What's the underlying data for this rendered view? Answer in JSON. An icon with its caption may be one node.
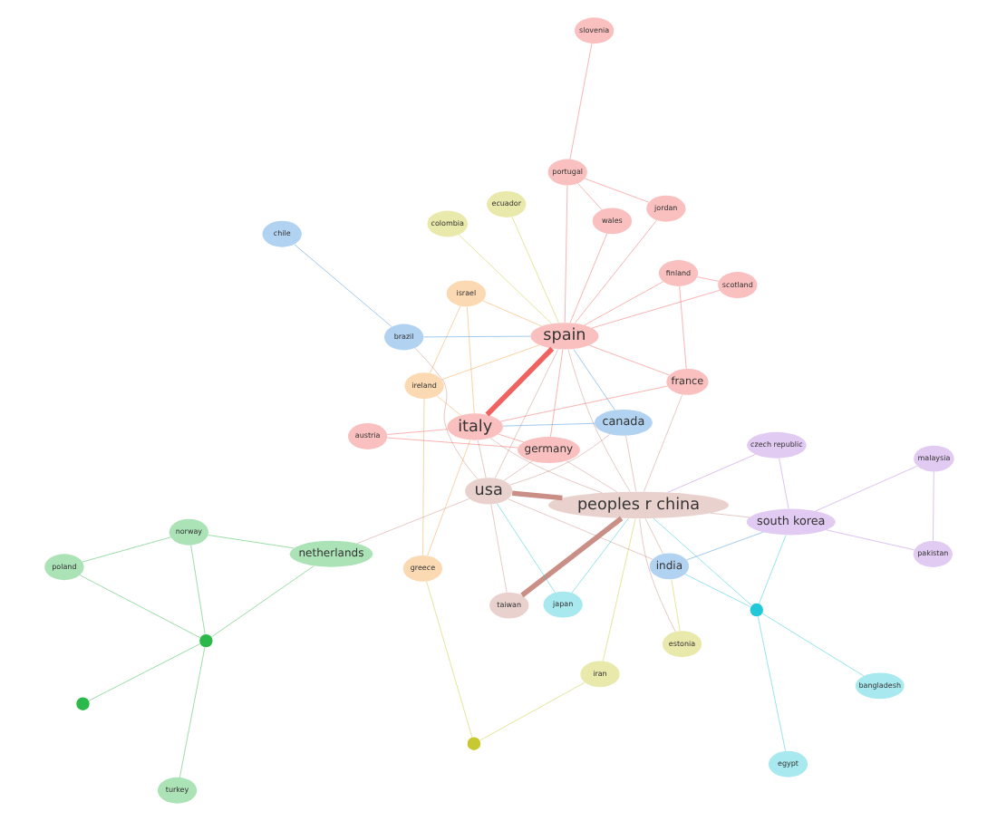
{
  "diagram": {
    "nodes": [
      {
        "text": [
          "taiwan"
        ]
      },
      {
        "text": [
          "israel"
        ]
      },
      {
        "text": [
          "ireland"
        ]
      },
      {
        "text": [
          "chile"
        ]
      },
      {
        "text": [
          "peoples r china"
        ]
      },
      {
        "text": [
          "iran"
        ]
      },
      {
        "text": [
          "japan"
        ]
      },
      {
        "text": [
          "estonia"
        ]
      },
      {
        "text": [
          "egypt"
        ]
      },
      {
        "text": [
          "usa"
        ]
      },
      {
        "text": [
          "brazil"
        ]
      },
      {
        "text": [
          "south korea"
        ]
      },
      {
        "text": [
          "bangladesh"
        ]
      },
      {
        "text": [
          "greece"
        ]
      },
      {
        "text": [
          "netherlands"
        ]
      },
      {
        "text": [
          "canada"
        ]
      },
      {
        "text": [
          "india"
        ]
      },
      {
        "text": [
          "norway"
        ]
      },
      {
        "text": [
          "austria"
        ]
      },
      {
        "text": [
          "poland"
        ]
      },
      {
        "text": [
          "italy"
        ]
      },
      {
        "text": [
          "colombia"
        ]
      },
      {
        "text": [
          "pakistan"
        ]
      },
      {
        "text": [
          "germany"
        ]
      },
      {
        "text": [
          "malaysia"
        ]
      },
      {
        "text": [
          "turkey"
        ]
      },
      {
        "text": [
          "france"
        ]
      },
      {
        "text": [
          "ecuador"
        ]
      },
      {
        "text": [
          "spain"
        ]
      },
      {
        "text": [
          "czech republic"
        ]
      },
      {
        "text": [
          "portugal"
        ]
      },
      {
        "text": [
          "jordan"
        ]
      },
      {
        "text": [
          "finland"
        ]
      },
      {
        "text": [
          "slovenia"
        ]
      },
      {
        "text": [
          "scotland"
        ]
      },
      {
        "text": [
          "wales"
        ]
      },
      {
        "text": [],
        "shape": "circle"
      },
      {
        "text": [],
        "shape": "circle"
      },
      {
        "text": [],
        "shape": "circle"
      },
      {
        "text": [],
        "shape": "circle"
      }
    ],
    "edges": [
      {
        "from": 0,
        "to": 4,
        "arrow": "none",
        "style": "thick",
        "color": "#c98e85"
      },
      {
        "from": 0,
        "to": 9,
        "arrow": "none",
        "color": "#c98e85"
      },
      {
        "from": 4,
        "to": 9,
        "arrow": "none",
        "style": "thick",
        "color": "#c98e85"
      },
      {
        "from": 4,
        "to": 20,
        "arrow": "none",
        "color": "#c98e85"
      },
      {
        "from": 4,
        "to": 28,
        "arrow": "none",
        "color": "#c98e85"
      },
      {
        "from": 4,
        "to": 16,
        "arrow": "none",
        "color": "#c98e85"
      },
      {
        "from": 4,
        "to": 11,
        "arrow": "none",
        "color": "#c98e85"
      },
      {
        "from": 4,
        "to": 15,
        "arrow": "none",
        "color": "#c98e85"
      },
      {
        "from": 4,
        "to": 7,
        "arrow": "none",
        "color": "#c98e85"
      },
      {
        "from": 4,
        "to": 23,
        "arrow": "none",
        "color": "#c98e85"
      },
      {
        "from": 4,
        "to": 26,
        "arrow": "none",
        "color": "#c98e85"
      },
      {
        "from": 9,
        "to": 15,
        "arrow": "none",
        "color": "#c98e85"
      },
      {
        "from": 9,
        "to": 20,
        "arrow": "none",
        "color": "#c98e85"
      },
      {
        "from": 9,
        "to": 28,
        "arrow": "none",
        "color": "#c98e85"
      },
      {
        "from": 9,
        "to": 10,
        "arrow": "none",
        "color": "#c98e85"
      },
      {
        "from": 9,
        "to": 14,
        "arrow": "none",
        "color": "#c98e85"
      },
      {
        "from": 9,
        "to": 16,
        "arrow": "none",
        "color": "#c98e85"
      },
      {
        "from": 9,
        "to": 23,
        "arrow": "none",
        "color": "#c98e85"
      },
      {
        "from": 1,
        "to": 2,
        "arrow": "none",
        "color": "#f5a040"
      },
      {
        "from": 1,
        "to": 20,
        "arrow": "none",
        "color": "#f5a040"
      },
      {
        "from": 1,
        "to": 28,
        "arrow": "none",
        "color": "#f5a040"
      },
      {
        "from": 2,
        "to": 13,
        "arrow": "none",
        "color": "#f5a040"
      },
      {
        "from": 2,
        "to": 28,
        "arrow": "none",
        "color": "#f5a040"
      },
      {
        "from": 2,
        "to": 20,
        "arrow": "none",
        "color": "#f5a040"
      },
      {
        "from": 13,
        "to": 20,
        "arrow": "none",
        "color": "#f5a040"
      },
      {
        "from": 3,
        "to": 10,
        "arrow": "none",
        "color": "#3b8fd9"
      },
      {
        "from": 10,
        "to": 28,
        "arrow": "none",
        "color": "#3b8fd9"
      },
      {
        "from": 15,
        "to": 20,
        "arrow": "none",
        "color": "#3b8fd9"
      },
      {
        "from": 16,
        "to": 11,
        "arrow": "none",
        "color": "#3b8fd9"
      },
      {
        "from": 15,
        "to": 28,
        "arrow": "none",
        "color": "#3b8fd9"
      },
      {
        "from": 6,
        "to": 4,
        "arrow": "none",
        "color": "#22c8d8"
      },
      {
        "from": 6,
        "to": 9,
        "arrow": "none",
        "color": "#22c8d8"
      },
      {
        "from": 36,
        "to": 12,
        "arrow": "none",
        "color": "#22c8d8"
      },
      {
        "from": 36,
        "to": 11,
        "arrow": "none",
        "color": "#22c8d8"
      },
      {
        "from": 36,
        "to": 16,
        "arrow": "none",
        "color": "#22c8d8"
      },
      {
        "from": 8,
        "to": 36,
        "arrow": "none",
        "color": "#22c8d8"
      },
      {
        "from": 36,
        "to": 4,
        "arrow": "none",
        "color": "#22c8d8"
      },
      {
        "from": 11,
        "to": 22,
        "arrow": "none",
        "color": "#b67ee0"
      },
      {
        "from": 11,
        "to": 24,
        "arrow": "none",
        "color": "#b67ee0"
      },
      {
        "from": 11,
        "to": 29,
        "arrow": "none",
        "color": "#b67ee0"
      },
      {
        "from": 22,
        "to": 24,
        "arrow": "none",
        "color": "#b67ee0"
      },
      {
        "from": 29,
        "to": 4,
        "arrow": "none",
        "color": "#b67ee0"
      },
      {
        "from": 17,
        "to": 14,
        "arrow": "none",
        "color": "#2cb84a"
      },
      {
        "from": 17,
        "to": 19,
        "arrow": "none",
        "color": "#2cb84a"
      },
      {
        "from": 17,
        "to": 37,
        "arrow": "none",
        "color": "#2cb84a"
      },
      {
        "from": 19,
        "to": 37,
        "arrow": "none",
        "color": "#2cb84a"
      },
      {
        "from": 14,
        "to": 37,
        "arrow": "none",
        "color": "#2cb84a"
      },
      {
        "from": 25,
        "to": 37,
        "arrow": "none",
        "color": "#2cb84a"
      },
      {
        "from": 39,
        "to": 37,
        "arrow": "none",
        "color": "#2cb84a"
      },
      {
        "from": 5,
        "to": 4,
        "arrow": "none",
        "color": "#c8c830"
      },
      {
        "from": 5,
        "to": 38,
        "arrow": "none",
        "color": "#c8c830"
      },
      {
        "from": 38,
        "to": 13,
        "arrow": "none",
        "color": "#c8c830"
      },
      {
        "from": 21,
        "to": 28,
        "arrow": "none",
        "color": "#c8c830"
      },
      {
        "from": 27,
        "to": 28,
        "arrow": "none",
        "color": "#c8c830"
      },
      {
        "from": 7,
        "to": 16,
        "arrow": "none",
        "color": "#c8c830"
      },
      {
        "from": 20,
        "to": 28,
        "arrow": "none",
        "style": "thick"
      },
      {
        "from": 20,
        "to": 23,
        "arrow": "none"
      },
      {
        "from": 20,
        "to": 26,
        "arrow": "none"
      },
      {
        "from": 28,
        "to": 26,
        "arrow": "none"
      },
      {
        "from": 28,
        "to": 30,
        "arrow": "none"
      },
      {
        "from": 28,
        "to": 32,
        "arrow": "none"
      },
      {
        "from": 28,
        "to": 31,
        "arrow": "none"
      },
      {
        "from": 28,
        "to": 34,
        "arrow": "none"
      },
      {
        "from": 28,
        "to": 35,
        "arrow": "none"
      },
      {
        "from": 30,
        "to": 33,
        "arrow": "none"
      },
      {
        "from": 30,
        "to": 35,
        "arrow": "none"
      },
      {
        "from": 32,
        "to": 34,
        "arrow": "none"
      },
      {
        "from": 18,
        "to": 23,
        "arrow": "none"
      },
      {
        "from": 18,
        "to": 20,
        "arrow": "none"
      },
      {
        "from": 23,
        "to": 28,
        "arrow": "none"
      },
      {
        "from": 31,
        "to": 30,
        "arrow": "none"
      },
      {
        "from": 26,
        "to": 32,
        "arrow": "none"
      }
    ]
  }
}
